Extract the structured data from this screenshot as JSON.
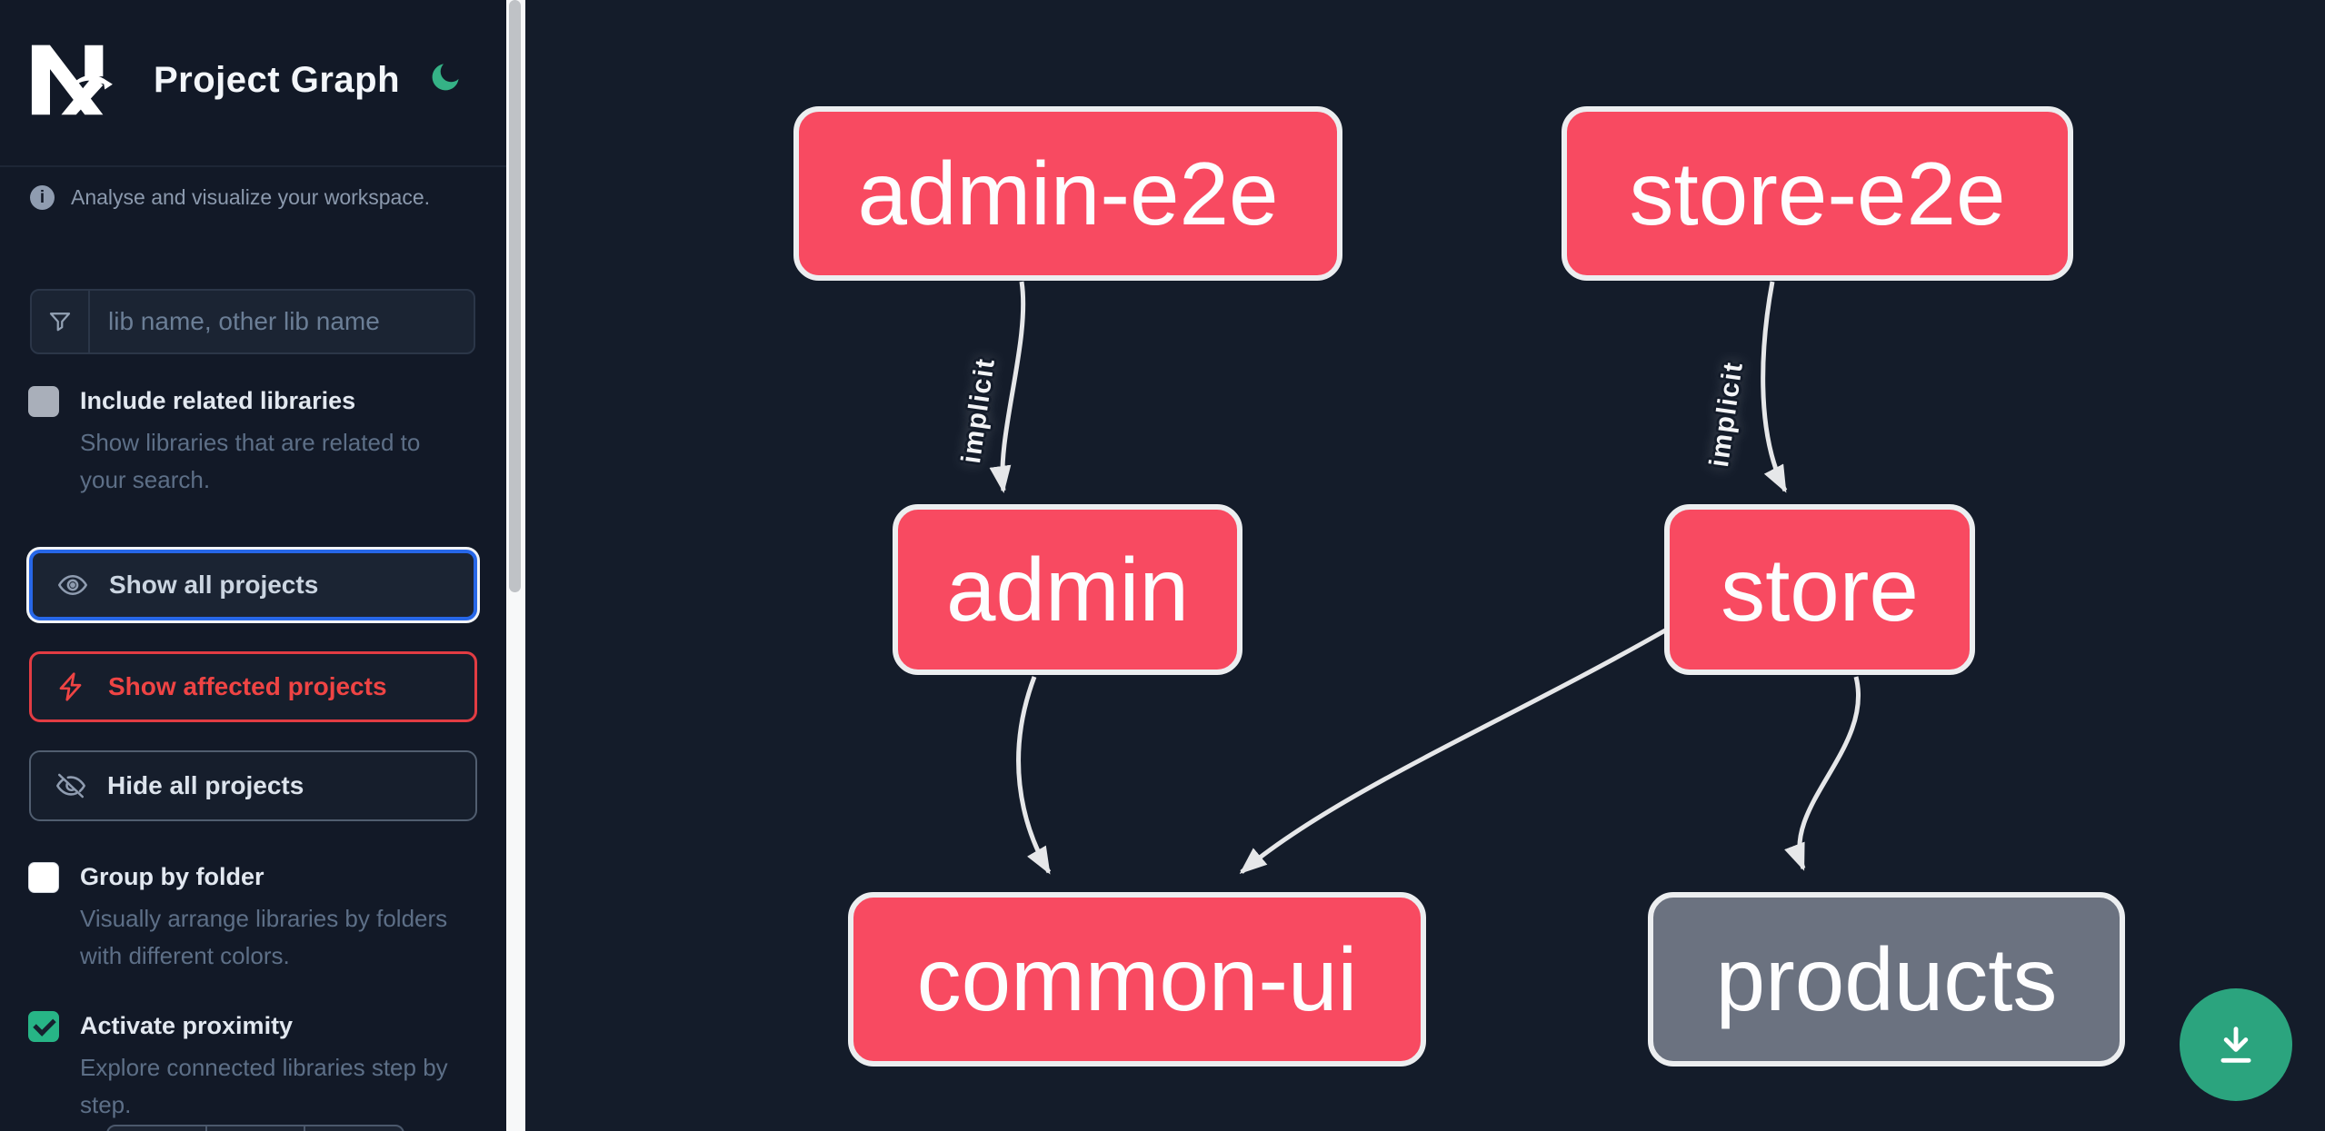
{
  "app": {
    "title": "Project Graph"
  },
  "header": {
    "logo": "nx-logo",
    "theme_icon": "moon-icon"
  },
  "sidebar": {
    "tagline": "Analyse and visualize your workspace.",
    "search": {
      "placeholder": "lib name, other lib name",
      "value": ""
    },
    "toggles": [
      {
        "label": "Include related libraries",
        "description": "Show libraries that are related to your search.",
        "checked": false
      },
      {
        "label": "Group by folder",
        "description": "Visually arrange libraries by folders with different colors.",
        "checked": false
      },
      {
        "label": "Activate proximity",
        "description": "Explore connected libraries step by step.",
        "checked": true
      }
    ],
    "actions": [
      {
        "label": "Show all projects",
        "icon": "eye-icon",
        "state": "focused"
      },
      {
        "label": "Show affected projects",
        "icon": "bolt-icon",
        "state": "affected"
      },
      {
        "label": "Hide all projects",
        "icon": "eye-slash-icon",
        "state": "default"
      }
    ]
  },
  "graph": {
    "nodes": [
      {
        "label": "admin-e2e",
        "kind": "focused"
      },
      {
        "label": "store-e2e",
        "kind": "focused"
      },
      {
        "label": "admin",
        "kind": "focused"
      },
      {
        "label": "store",
        "kind": "focused"
      },
      {
        "label": "common-ui",
        "kind": "focused"
      },
      {
        "label": "products",
        "kind": "unfocused"
      }
    ],
    "edges": [
      {
        "from": "admin-e2e",
        "to": "admin",
        "label": "implicit"
      },
      {
        "from": "store-e2e",
        "to": "store",
        "label": "implicit"
      },
      {
        "from": "admin",
        "to": "common-ui",
        "label": ""
      },
      {
        "from": "store",
        "to": "common-ui",
        "label": ""
      },
      {
        "from": "store",
        "to": "products",
        "label": ""
      }
    ]
  },
  "fab": {
    "icon": "download-icon"
  },
  "colors": {
    "node_focused": "#f84a61",
    "node_unfocused": "#6b7280",
    "node_border": "#eceef0",
    "edge": "#e6e7e9",
    "affected_red": "#ef4444",
    "focus_blue": "#2767e8",
    "accent_green": "#2fb07f",
    "sidebar_bg": "#121927",
    "canvas_bg": "#141c2a"
  }
}
